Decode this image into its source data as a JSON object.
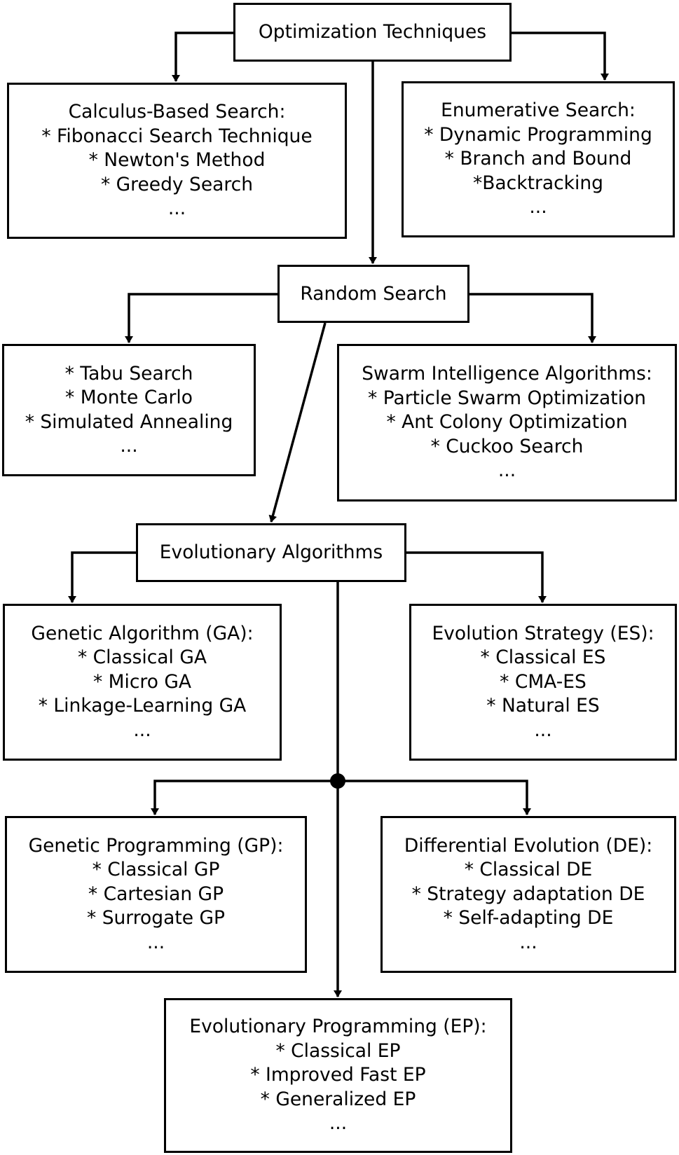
{
  "diagram": {
    "nodes": {
      "root": {
        "lines": [
          "Optimization Techniques"
        ]
      },
      "calculus": {
        "lines": [
          "Calculus-Based Search:",
          "* Fibonacci Search Technique",
          "* Newton's Method",
          "* Greedy Search",
          "..."
        ]
      },
      "enumerative": {
        "lines": [
          "Enumerative Search:",
          "* Dynamic Programming",
          "* Branch and Bound",
          "*Backtracking",
          "..."
        ]
      },
      "random": {
        "lines": [
          "Random Search"
        ]
      },
      "tabu": {
        "lines": [
          "* Tabu Search",
          "* Monte Carlo",
          "* Simulated Annealing",
          "..."
        ]
      },
      "swarm": {
        "lines": [
          "Swarm Intelligence Algorithms:",
          "* Particle Swarm Optimization",
          "* Ant Colony Optimization",
          "* Cuckoo Search",
          "..."
        ]
      },
      "evolutionary": {
        "lines": [
          "Evolutionary Algorithms"
        ]
      },
      "ga": {
        "lines": [
          "Genetic Algorithm (GA):",
          "* Classical GA",
          "* Micro GA",
          "* Linkage-Learning GA",
          "..."
        ]
      },
      "es": {
        "lines": [
          "Evolution Strategy (ES):",
          "* Classical ES",
          "* CMA-ES",
          "* Natural ES",
          "..."
        ]
      },
      "gp": {
        "lines": [
          "Genetic Programming (GP):",
          "* Classical GP",
          "* Cartesian GP",
          "* Surrogate GP",
          "..."
        ]
      },
      "de": {
        "lines": [
          "Differential Evolution (DE):",
          "* Classical DE",
          "* Strategy adaptation DE",
          "* Self-adapting DE",
          "..."
        ]
      },
      "ep": {
        "lines": [
          "Evolutionary Programming (EP):",
          "* Classical EP",
          "* Improved Fast EP",
          "* Generalized EP",
          "..."
        ]
      }
    },
    "edges": [
      {
        "from": "root",
        "to": "calculus"
      },
      {
        "from": "root",
        "to": "enumerative"
      },
      {
        "from": "root",
        "to": "random"
      },
      {
        "from": "random",
        "to": "tabu"
      },
      {
        "from": "random",
        "to": "swarm"
      },
      {
        "from": "random",
        "to": "evolutionary"
      },
      {
        "from": "evolutionary",
        "to": "ga"
      },
      {
        "from": "evolutionary",
        "to": "es"
      },
      {
        "from": "evolutionary",
        "to": "gp"
      },
      {
        "from": "evolutionary",
        "to": "de"
      },
      {
        "from": "evolutionary",
        "to": "ep"
      }
    ]
  }
}
